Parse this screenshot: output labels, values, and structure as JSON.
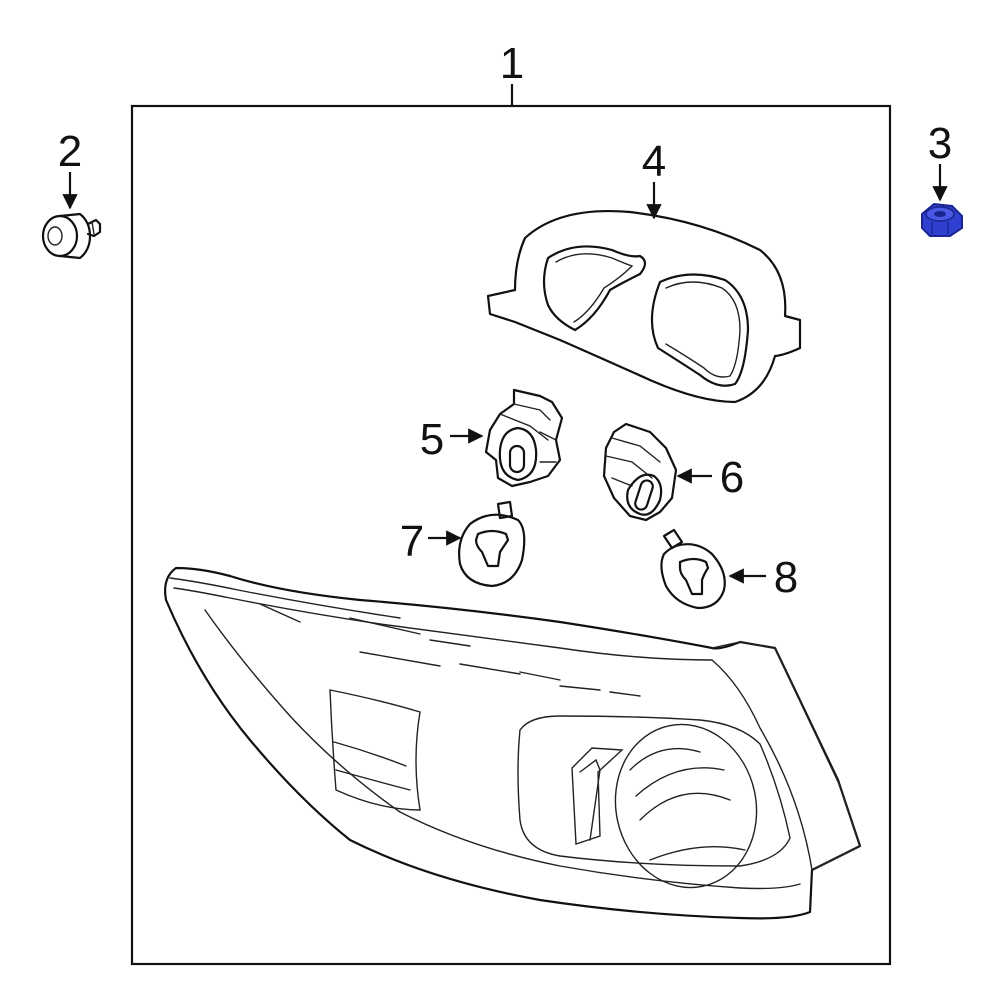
{
  "callouts": {
    "c1": "1",
    "c2": "2",
    "c3": "3",
    "c4": "4",
    "c5": "5",
    "c6": "6",
    "c7": "7",
    "c8": "8"
  },
  "colors": {
    "line": "#111111",
    "highlight_part": "#2f3fd0",
    "highlight_part_dark": "#1a2590",
    "background": "#ffffff"
  },
  "highlighted_part": "3"
}
